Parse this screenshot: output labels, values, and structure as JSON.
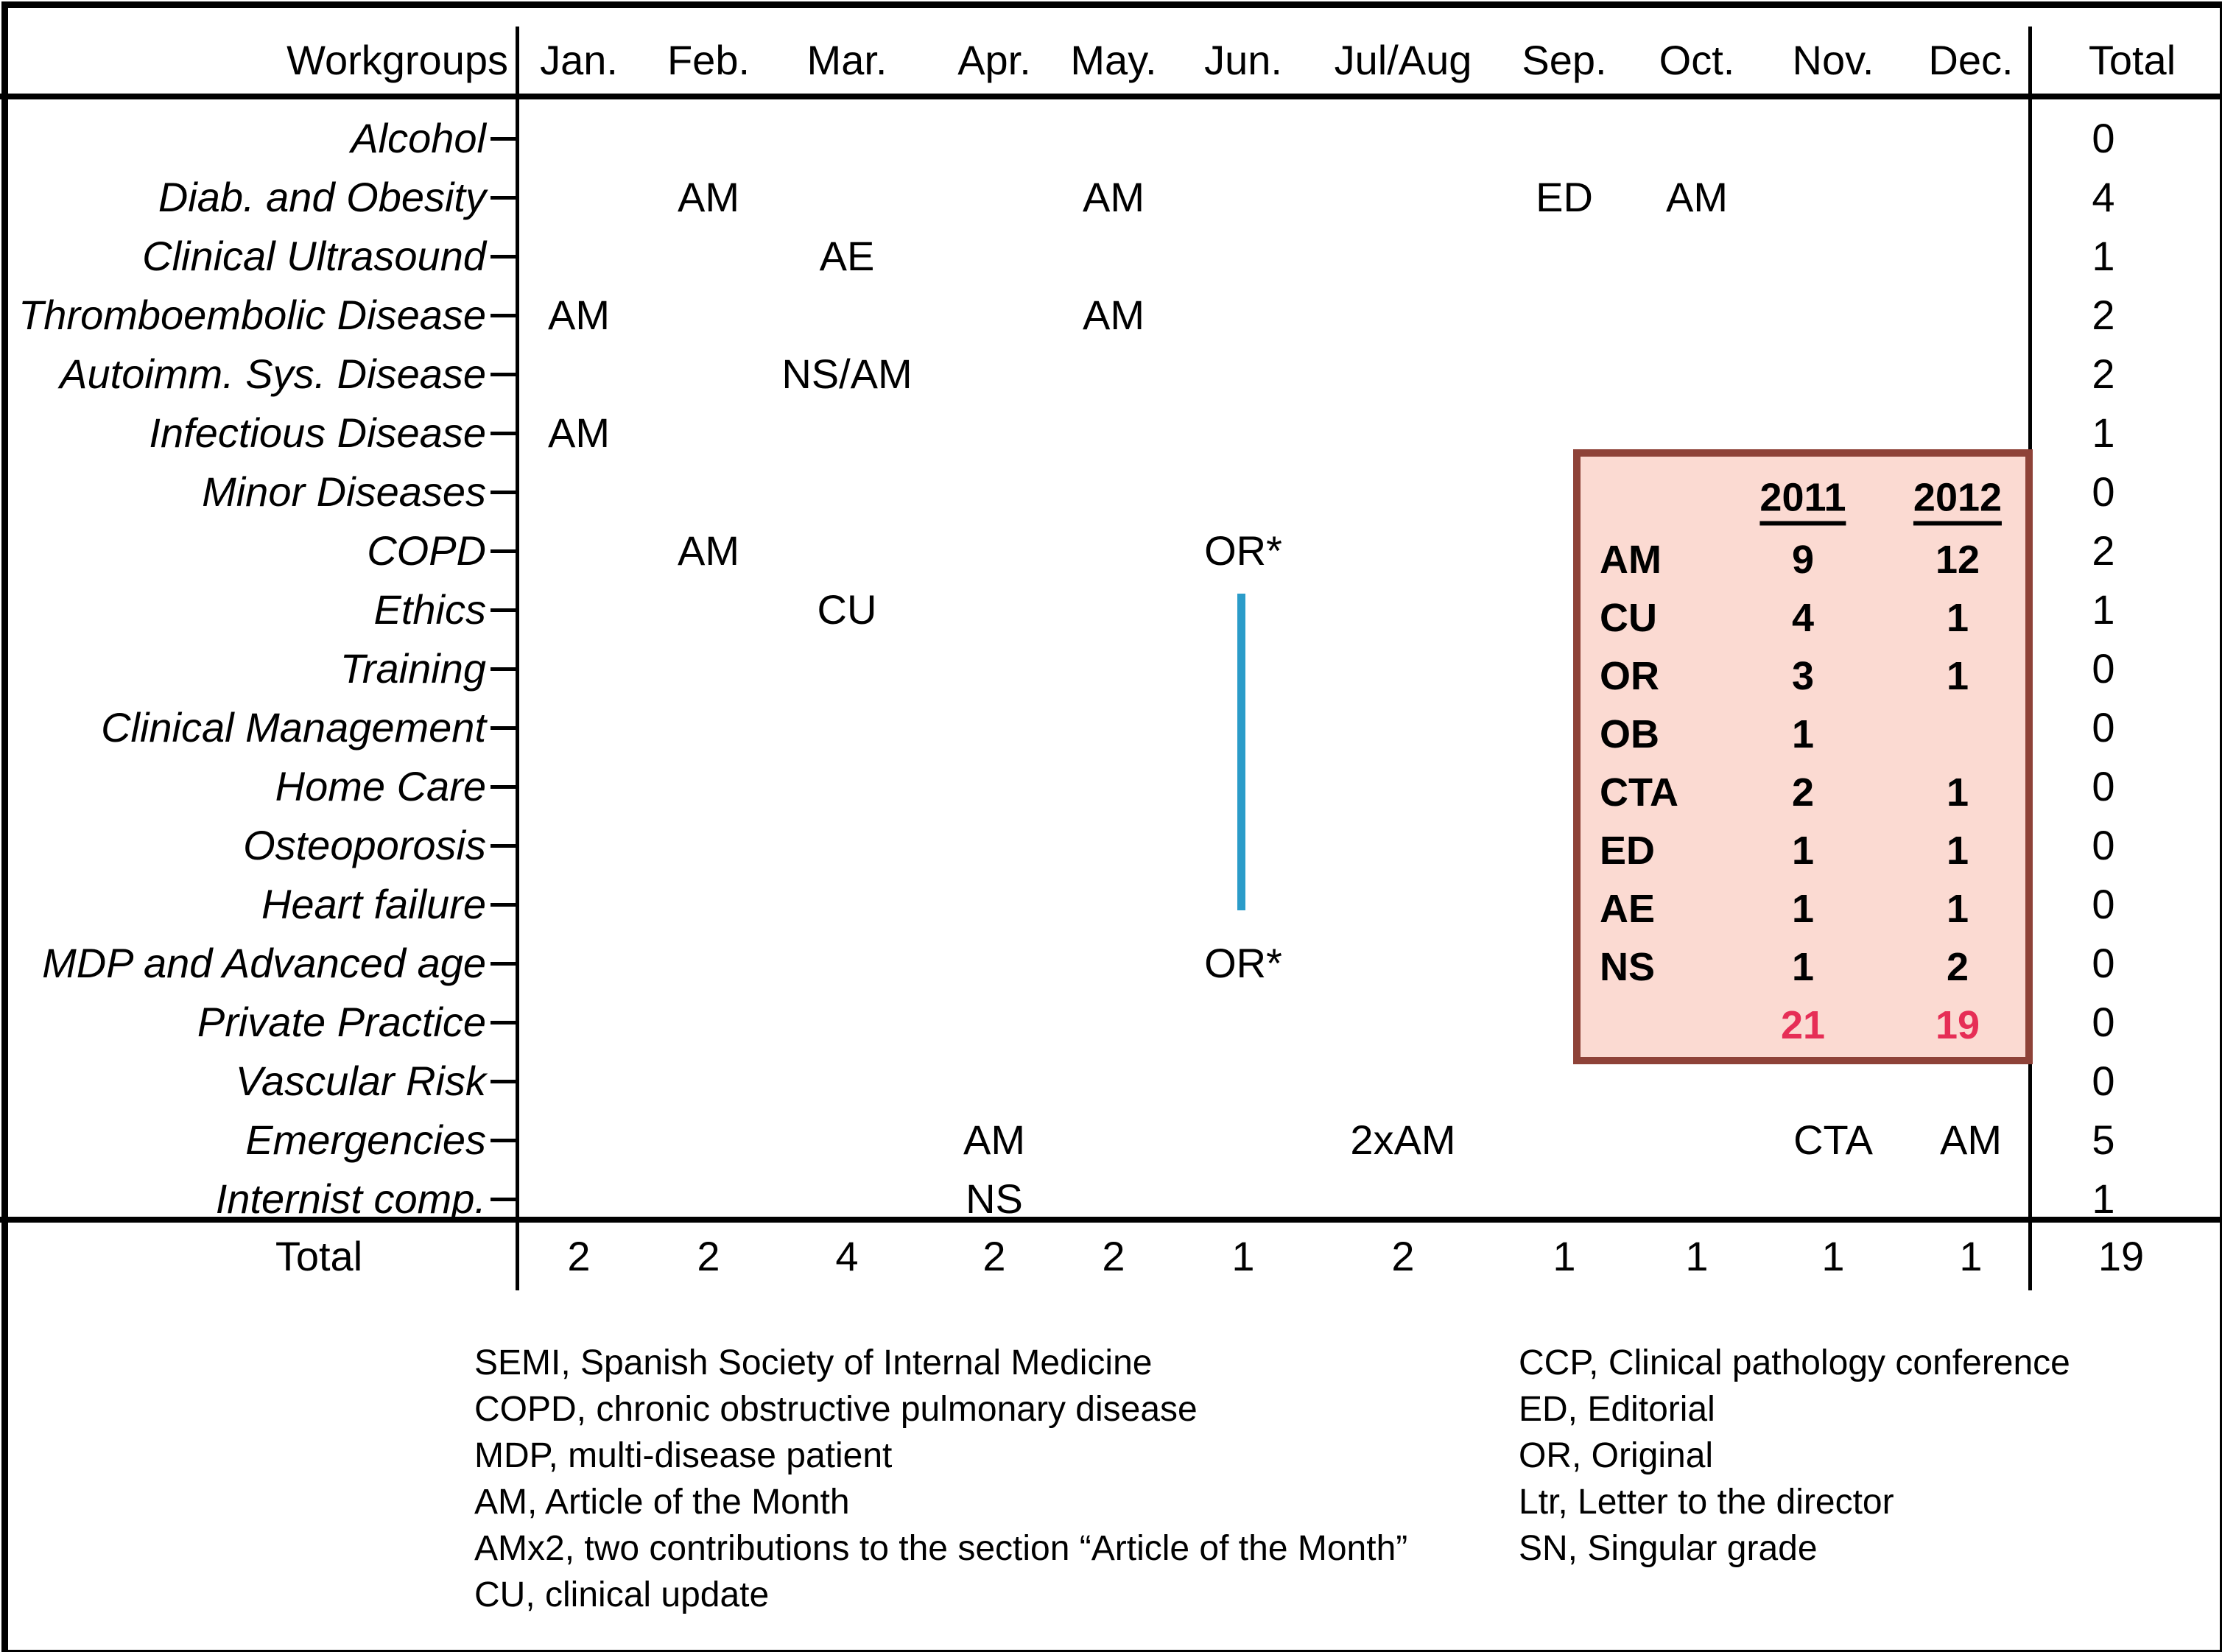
{
  "header": {
    "workgroups": "Workgroups",
    "total": "Total"
  },
  "totals_row": {
    "label": "Total",
    "grand_total": "19"
  },
  "colors": {
    "background": "#ffffff",
    "line_color": "#000000",
    "inset_fill": "#fbdad2",
    "inset_border": "#8e4238",
    "inset_total_color": "#e62e56",
    "connector_color": "#2b9cc9"
  },
  "chart_data": {
    "type": "table",
    "columns": [
      {
        "key": "Jan",
        "label": "Jan."
      },
      {
        "key": "Feb",
        "label": "Feb."
      },
      {
        "key": "Mar",
        "label": "Mar."
      },
      {
        "key": "Apr",
        "label": "Apr."
      },
      {
        "key": "May",
        "label": "May."
      },
      {
        "key": "Jun",
        "label": "Jun."
      },
      {
        "key": "JulAug",
        "label": "Jul/Aug"
      },
      {
        "key": "Sep",
        "label": "Sep."
      },
      {
        "key": "Oct",
        "label": "Oct."
      },
      {
        "key": "Nov",
        "label": "Nov."
      },
      {
        "key": "Dec",
        "label": "Dec."
      }
    ],
    "rows": [
      {
        "workgroup": "Alcohol",
        "entries": {},
        "total": "0"
      },
      {
        "workgroup": "Diab. and Obesity",
        "entries": {
          "Feb": "AM",
          "May": "AM",
          "Sep": "ED",
          "Oct": "AM"
        },
        "total": "4"
      },
      {
        "workgroup": "Clinical Ultrasound",
        "entries": {
          "Mar": "AE"
        },
        "total": "1"
      },
      {
        "workgroup": "Thromboembolic Disease",
        "entries": {
          "Jan": "AM",
          "May": "AM"
        },
        "total": "2"
      },
      {
        "workgroup": "Autoimm. Sys. Disease",
        "entries": {
          "Mar": "NS/AM"
        },
        "total": "2"
      },
      {
        "workgroup": "Infectious Disease",
        "entries": {
          "Jan": "AM"
        },
        "total": "1"
      },
      {
        "workgroup": "Minor Diseases",
        "entries": {},
        "total": "0"
      },
      {
        "workgroup": "COPD",
        "entries": {
          "Feb": "AM",
          "Jun": "OR*"
        },
        "total": "2"
      },
      {
        "workgroup": "Ethics",
        "entries": {
          "Mar": "CU"
        },
        "total": "1"
      },
      {
        "workgroup": "Training",
        "entries": {},
        "total": "0"
      },
      {
        "workgroup": "Clinical Management",
        "entries": {},
        "total": "0"
      },
      {
        "workgroup": "Home Care",
        "entries": {},
        "total": "0"
      },
      {
        "workgroup": "Osteoporosis",
        "entries": {},
        "total": "0"
      },
      {
        "workgroup": "Heart failure",
        "entries": {},
        "total": "0"
      },
      {
        "workgroup": "MDP and Advanced age",
        "entries": {
          "Jun": "OR*"
        },
        "total": "0"
      },
      {
        "workgroup": "Private Practice",
        "entries": {},
        "total": "0"
      },
      {
        "workgroup": "Vascular Risk",
        "entries": {},
        "total": "0"
      },
      {
        "workgroup": "Emergencies",
        "entries": {
          "Apr": "AM",
          "JulAug": "2xAM",
          "Nov": "CTA",
          "Dec": "AM"
        },
        "total": "5"
      },
      {
        "workgroup": "Internist comp.",
        "entries": {
          "Apr": "NS"
        },
        "total": "1"
      }
    ],
    "column_totals": [
      "2",
      "2",
      "4",
      "2",
      "2",
      "1",
      "2",
      "1",
      "1",
      "1",
      "1"
    ],
    "grand_total": "19",
    "inset_summary": {
      "years": [
        "2011",
        "2012"
      ],
      "rows": [
        {
          "code": "AM",
          "y2011": "9",
          "y2012": "12"
        },
        {
          "code": "CU",
          "y2011": "4",
          "y2012": "1"
        },
        {
          "code": "OR",
          "y2011": "3",
          "y2012": "1"
        },
        {
          "code": "OB",
          "y2011": "1",
          "y2012": ""
        },
        {
          "code": "CTA",
          "y2011": "2",
          "y2012": "1"
        },
        {
          "code": "ED",
          "y2011": "1",
          "y2012": "1"
        },
        {
          "code": "AE",
          "y2011": "1",
          "y2012": "1"
        },
        {
          "code": "NS",
          "y2011": "1",
          "y2012": "2"
        }
      ],
      "totals": {
        "y2011": "21",
        "y2012": "19"
      }
    }
  },
  "legend": {
    "left": [
      "SEMI, Spanish Society of Internal Medicine",
      "COPD, chronic obstructive pulmonary disease",
      "MDP, multi-disease patient",
      "AM, Article of the Month",
      "AMx2, two contributions to the section “Article of the Month”",
      "CU, clinical update"
    ],
    "right": [
      "CCP, Clinical pathology conference",
      "ED, Editorial",
      "OR, Original",
      "Ltr, Letter to the director",
      "SN, Singular grade"
    ]
  }
}
